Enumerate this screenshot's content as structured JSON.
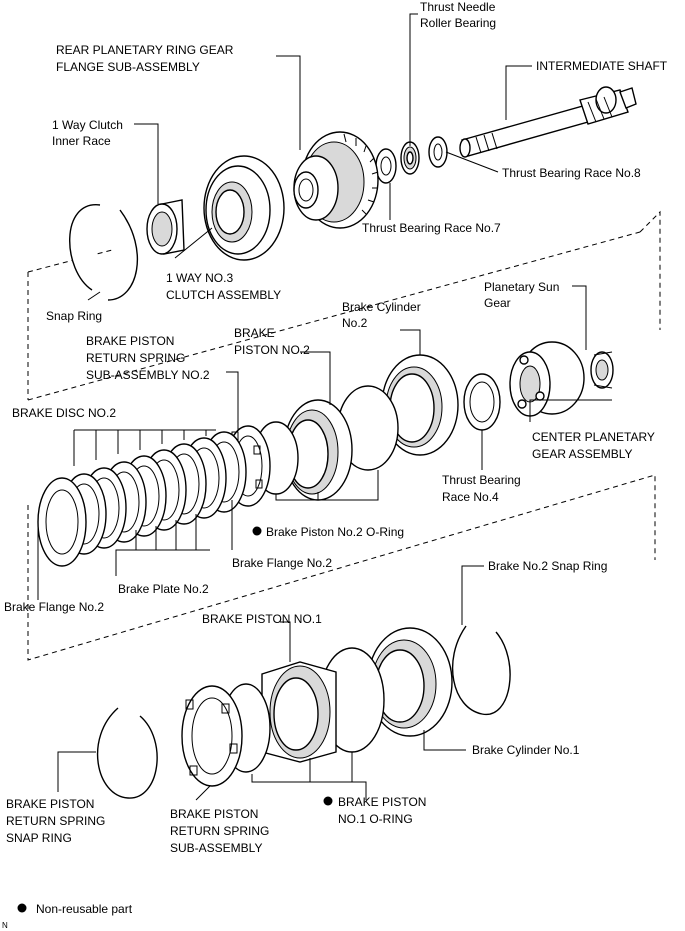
{
  "labels": {
    "thrust_needle": [
      "Thrust Needle",
      "Roller Bearing"
    ],
    "rear_planetary": [
      "REAR PLANETARY RING GEAR",
      "FLANGE SUB-ASSEMBLY"
    ],
    "intermediate_shaft": [
      "INTERMEDIATE SHAFT"
    ],
    "one_way_clutch_inner": [
      "1 Way Clutch",
      "Inner Race"
    ],
    "thrust_race_8": [
      "Thrust Bearing Race No.8"
    ],
    "thrust_race_7": [
      "Thrust Bearing Race No.7"
    ],
    "one_way_no3": [
      "1 WAY NO.3",
      "CLUTCH ASSEMBLY"
    ],
    "snap_ring": [
      "Snap Ring"
    ],
    "planetary_sun": [
      "Planetary Sun",
      "Gear"
    ],
    "brake_cylinder_2": [
      "Brake Cylinder",
      "No.2"
    ],
    "brake_piston_2": [
      "BRAKE",
      "PISTON NO.2"
    ],
    "return_spring_2": [
      "BRAKE PISTON",
      "RETURN SPRING",
      "SUB-ASSEMBLY NO.2"
    ],
    "brake_disc_2": [
      "BRAKE DISC NO.2"
    ],
    "center_planetary": [
      "CENTER PLANETARY",
      "GEAR ASSEMBLY"
    ],
    "thrust_race_4": [
      "Thrust Bearing",
      "Race No.4"
    ],
    "piston_2_oring": [
      "Brake Piston No.2 O-Ring"
    ],
    "brake_flange_2_mid": [
      "Brake Flange No.2"
    ],
    "brake_plate_2": [
      "Brake Plate No.2"
    ],
    "brake_flange_2_left": [
      "Brake Flange No.2"
    ],
    "brake_no2_snap": [
      "Brake No.2 Snap Ring"
    ],
    "brake_piston_1": [
      "BRAKE PISTON NO.1"
    ],
    "brake_cylinder_1": [
      "Brake Cylinder No.1"
    ],
    "return_snap_ring": [
      "BRAKE PISTON",
      "RETURN SPRING",
      "SNAP RING"
    ],
    "return_spring_sub": [
      "BRAKE PISTON",
      "RETURN SPRING",
      "SUB-ASSEMBLY"
    ],
    "piston_1_oring": [
      "BRAKE PISTON",
      "NO.1 O-RING"
    ]
  },
  "legend": {
    "text": "Non-reusable part",
    "symbol": "filled-circle-icon"
  },
  "corner_mark": "N"
}
